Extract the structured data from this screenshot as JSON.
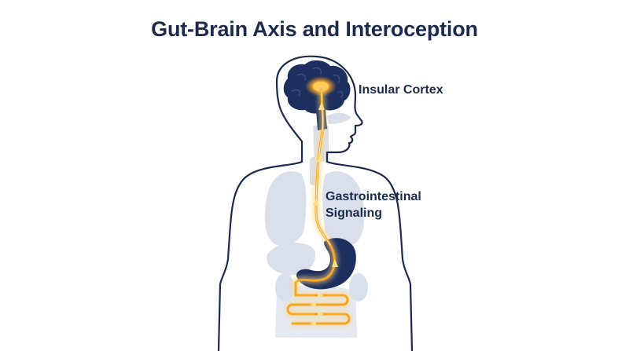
{
  "title": "Gut-Brain Axis and Interoception",
  "labels": {
    "insular_cortex": "Insular Cortex",
    "gi_line1": "Gastrointestinal",
    "gi_line2": "Signaling"
  },
  "colors": {
    "title": "#1c2b4d",
    "outline": "#1c2b4d",
    "organ_fill": "#d8deea",
    "brain": "#1c2f5e",
    "signal": "#f5a623",
    "signal_glow": "#ffd27a"
  }
}
